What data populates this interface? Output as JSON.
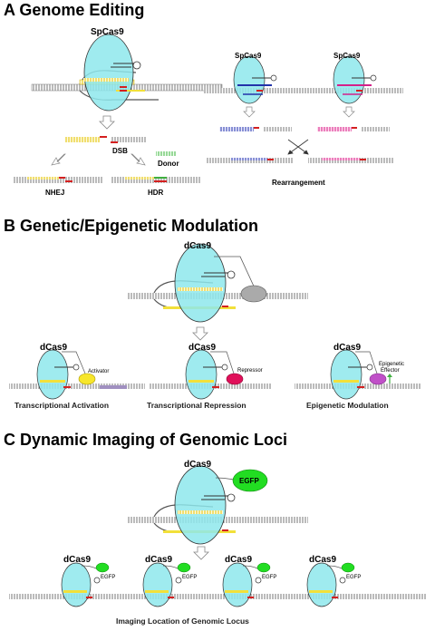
{
  "sections": {
    "a": {
      "title": "A  Genome Editing"
    },
    "b": {
      "title": "B  Genetic/Epigenetic Modulation"
    },
    "c": {
      "title": "C  Dynamic Imaging of Genomic Loci"
    }
  },
  "labels": {
    "spcas9": "SpCas9",
    "dcas9": "dCas9",
    "dsb": "DSB",
    "donor": "Donor",
    "nhej": "NHEJ",
    "hdr": "HDR",
    "rearrangement": "Rearrangement",
    "activator": "Activator",
    "repressor": "Repressor",
    "epigenetic": "Epigenetic",
    "effector": "Effector",
    "egfp": "EGFP"
  },
  "captions": {
    "activation": "Transcriptional Activation",
    "repression": "Transcriptional Repression",
    "modulation": "Epigenetic Modulation",
    "imaging": "Imaging Location of Genomic Locus"
  },
  "colors": {
    "cas9": "#8ee8ec",
    "dna": "#888888",
    "guide": "#f2e03a",
    "cut": "#d42020",
    "blue": "#2233aa",
    "magenta": "#d4208a",
    "donor": "#40b040",
    "repressor": "#e0105a",
    "activator": "#f7e62b",
    "effector": "#c050c8",
    "domain": "#aaaaaa",
    "egfp": "#22dd22"
  }
}
